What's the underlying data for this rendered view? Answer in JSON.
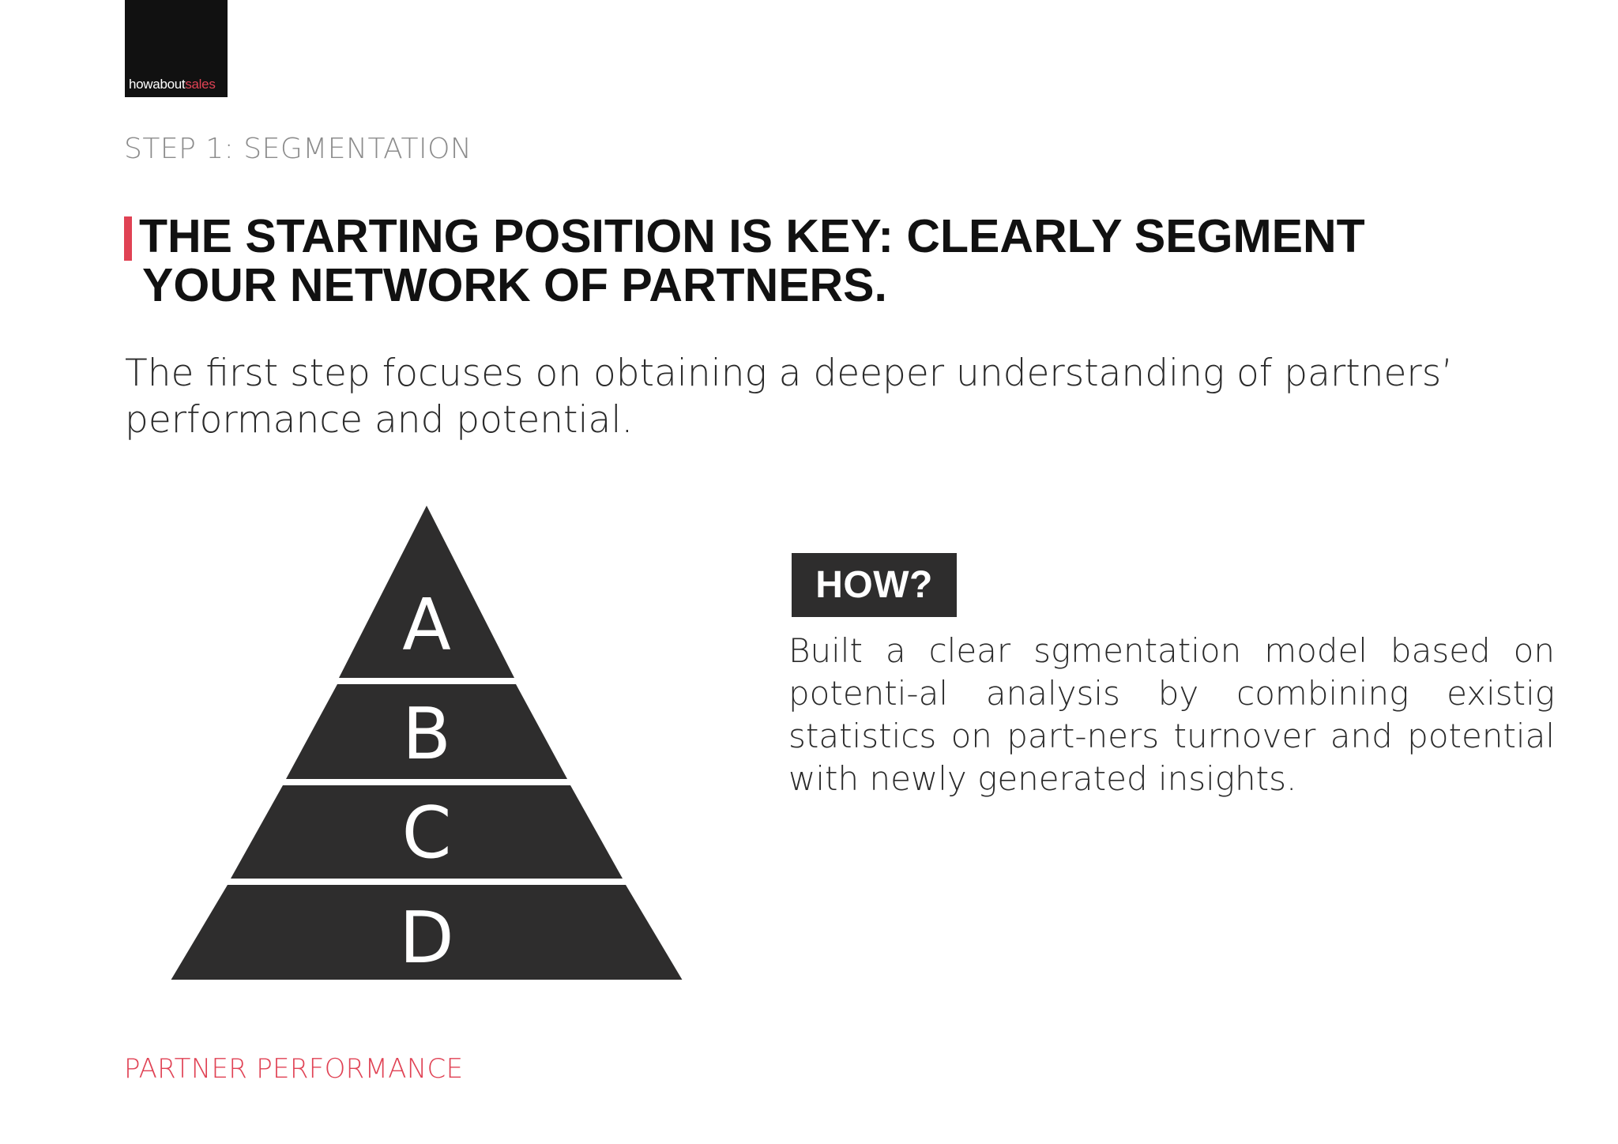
{
  "brand": {
    "logo_prefix": "howabout",
    "logo_accent": "sales",
    "accent_color": "#e04254",
    "dark_color": "#2e2d2d"
  },
  "header": {
    "step_label": "STEP 1: SEGMENTATION"
  },
  "headline": {
    "line1": "THE STARTING POSITION IS KEY: CLEARLY SEGMENT",
    "line2": "YOUR NETWORK OF PARTNERS."
  },
  "intro": {
    "text": "The first step focuses on obtaining a deeper understanding of partners’ performance and potential."
  },
  "pyramid": {
    "tiers": [
      "A",
      "B",
      "C",
      "D"
    ]
  },
  "how": {
    "label": "HOW?",
    "text": "Built a clear sgmentation model based on potenti-al analysis by combining existig statistics on part-ners turnover and potential with newly generated insights."
  },
  "footer": {
    "label": "PARTNER PERFORMANCE"
  }
}
